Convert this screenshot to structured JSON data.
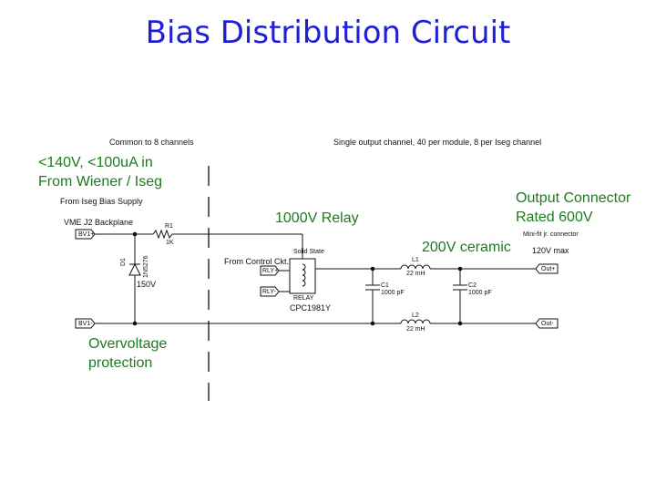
{
  "title": "Bias Distribution Circuit",
  "notes": {
    "voltage_in": "<140V, <100uA in\nFrom Wiener / Iseg",
    "relay": "1000V Relay",
    "ceramic": "200V ceramic",
    "output_connector": "Output Connector\nRated 600V",
    "overvoltage": "Overvoltage\nprotection"
  },
  "schematic": {
    "header_common": "Common to 8 channels",
    "header_single": "Single output channel, 40 per module, 8 per Iseg channel",
    "iseg_supply": "From Iseg Bias Supply",
    "backplane": "VME J2 Backplane",
    "r1_name": "R1",
    "r1_value": "1K",
    "d1_name": "D1",
    "d1_part": "1N5276",
    "d1_voltage": "150V",
    "control": "From Control Ckt.",
    "solid_state": "Solid State",
    "relay_label": "RELAY",
    "relay_part": "CPC1981Y",
    "l1_name": "L1",
    "l1_value": "22 mH",
    "l2_name": "L2",
    "l2_value": "22 mH",
    "c1_name": "C1",
    "c1_value": "1000 pF",
    "c2_name": "C2",
    "c2_value": "1000 pF",
    "minifit": "Mini-fit jr. connector",
    "max_voltage": "120V max",
    "ports": {
      "bv1_plus": "BV1+",
      "bv1_minus": "BV1-",
      "rly_plus": "RLY+",
      "rly_minus": "RLY-",
      "out_plus": "Out+",
      "out_minus": "Out-"
    }
  },
  "colors": {
    "title": "#1f1fd6",
    "notes": "#1e7a1e",
    "wire": "#111111"
  }
}
